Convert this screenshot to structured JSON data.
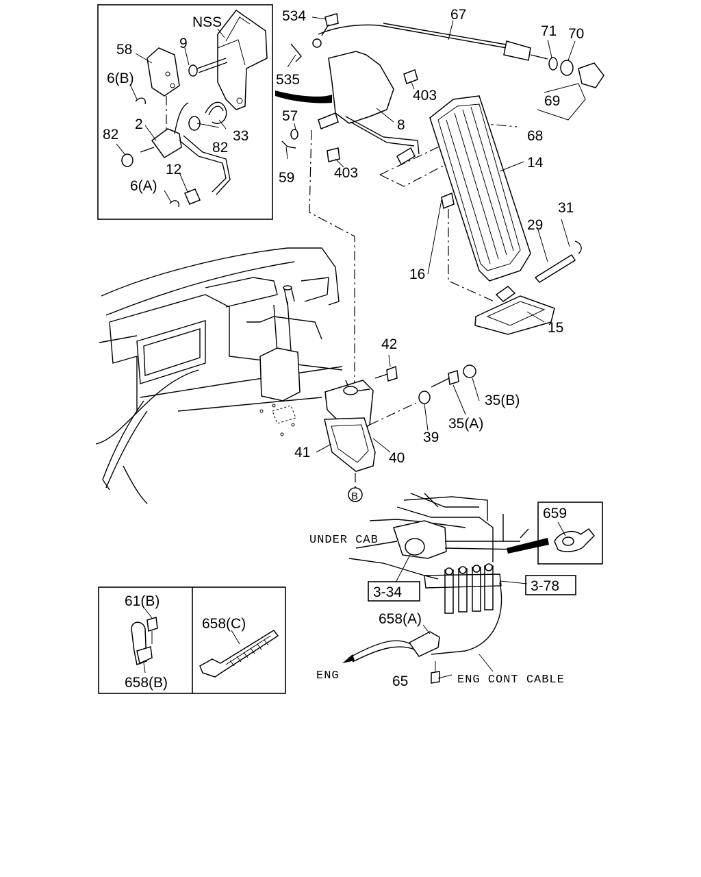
{
  "labels": {
    "l_nss": "NSS",
    "l_58": "58",
    "l_9": "9",
    "l_6b": "6(B)",
    "l_2": "2",
    "l_82a": "82",
    "l_82b": "82",
    "l_33": "33",
    "l_12": "12",
    "l_6a": "6(A)",
    "l_534": "534",
    "l_535": "535",
    "l_57": "57",
    "l_59": "59",
    "l_67": "67",
    "l_71": "71",
    "l_70": "70",
    "l_403a": "403",
    "l_403b": "403",
    "l_8": "8",
    "l_69": "69",
    "l_68": "68",
    "l_14": "14",
    "l_31": "31",
    "l_29": "29",
    "l_16": "16",
    "l_15": "15",
    "l_42": "42",
    "l_35b": "35(B)",
    "l_35a": "35(A)",
    "l_39": "39",
    "l_40": "40",
    "l_41": "41",
    "l_b": "B",
    "l_659": "659",
    "l_undercab": "UNDER CAB",
    "l_334": "3-34",
    "l_378": "3-78",
    "l_658a": "658(A)",
    "l_eng": "ENG",
    "l_65": "65",
    "l_engcont": "ENG CONT CABLE",
    "l_61b": "61(B)",
    "l_658c": "658(C)",
    "l_658b": "658(B)"
  }
}
